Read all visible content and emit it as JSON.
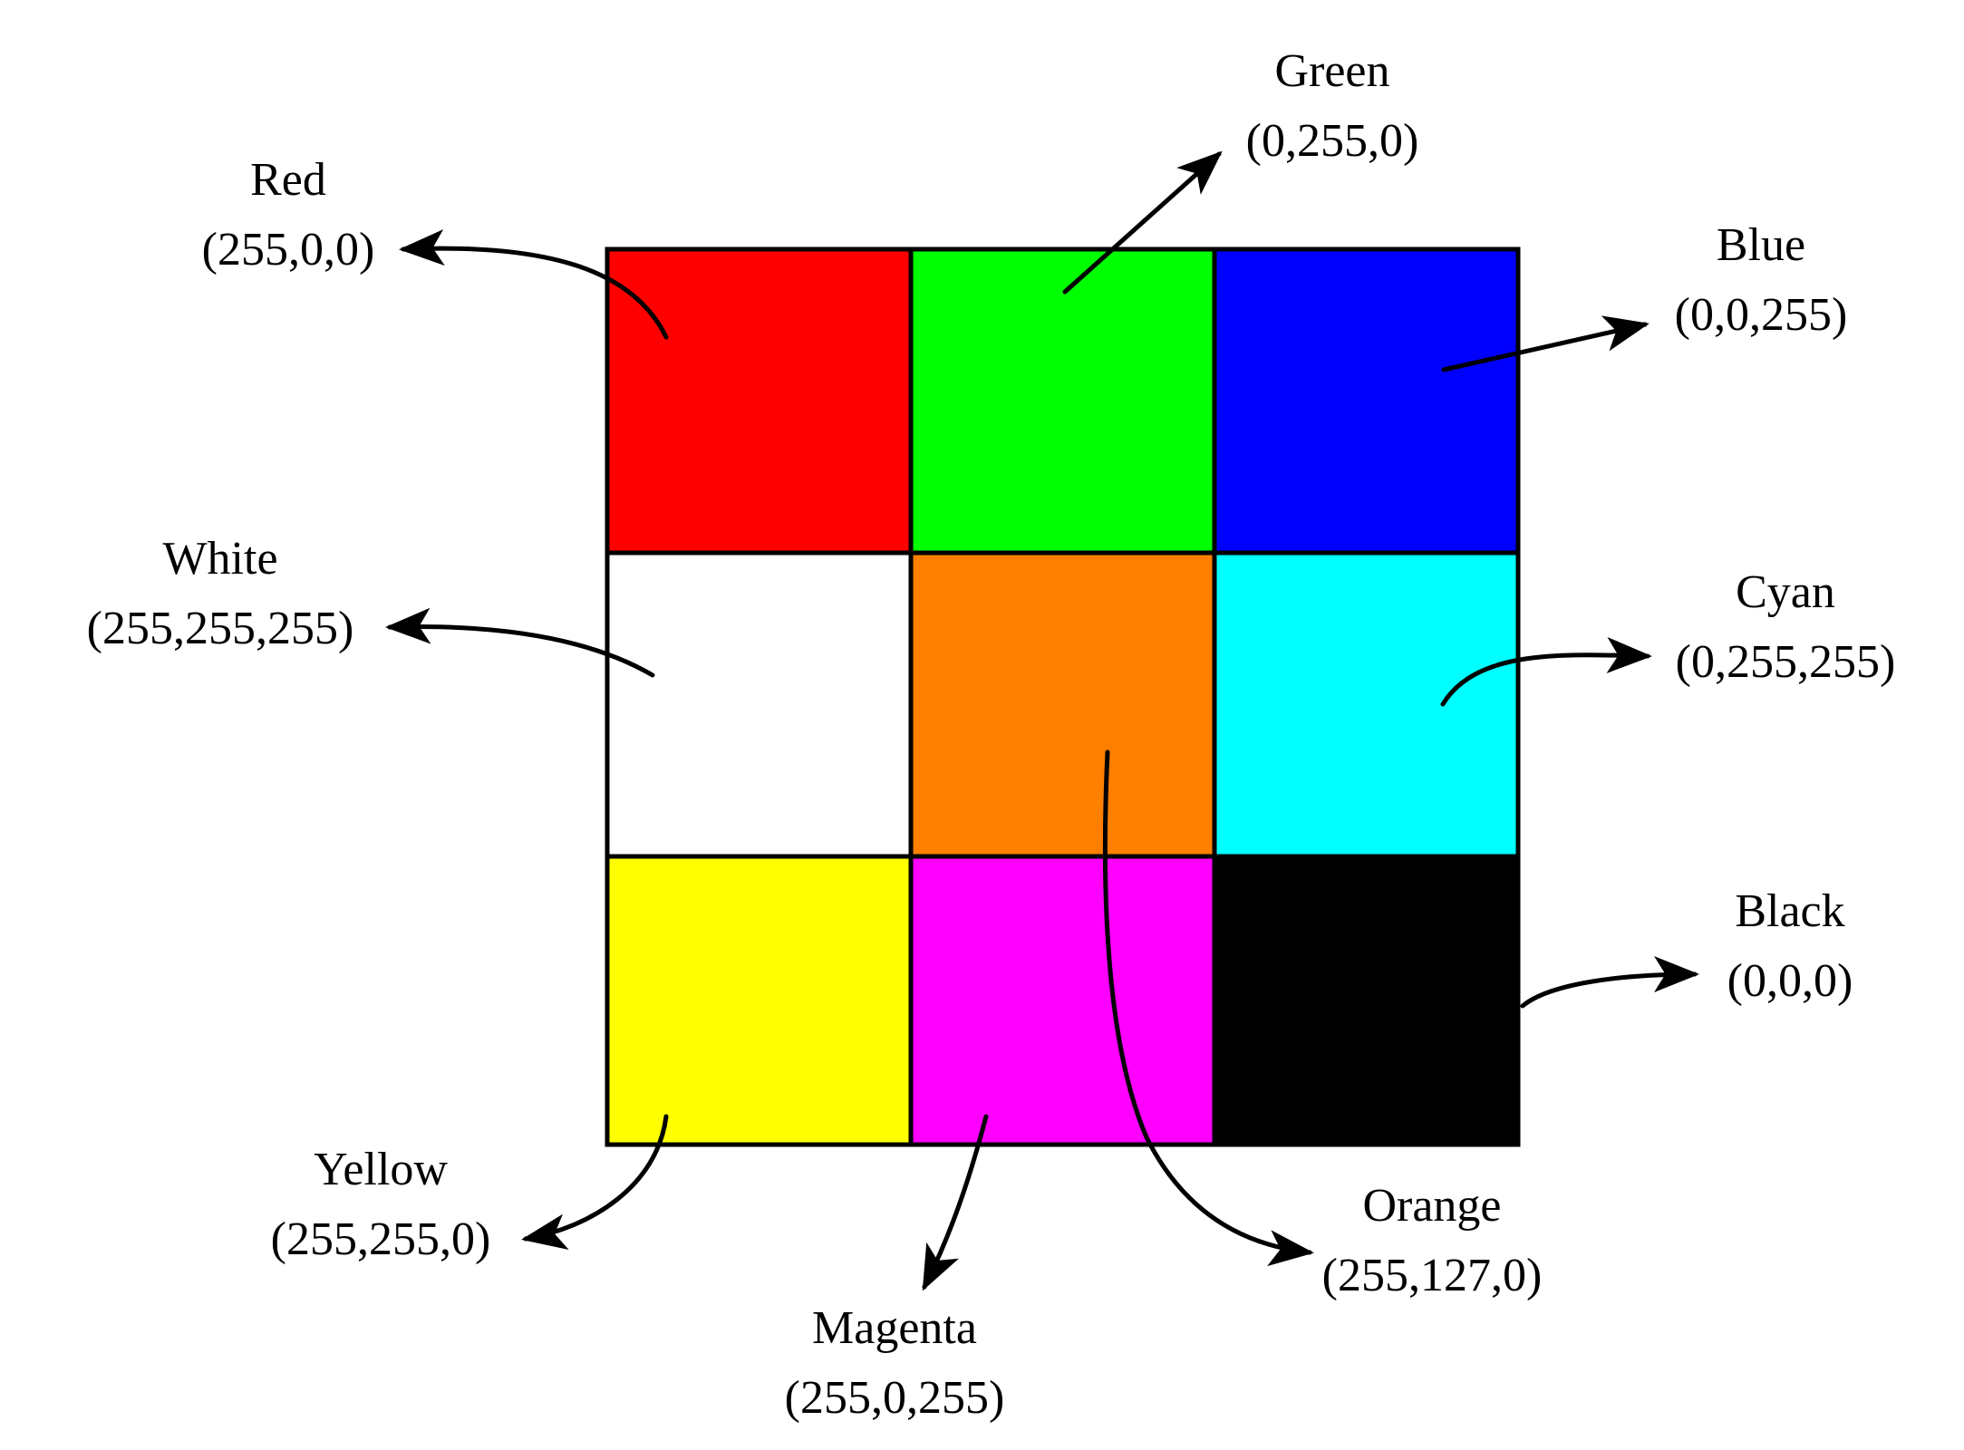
{
  "colors": [
    {
      "key": "red",
      "name": "Red",
      "rgb": "(255,0,0)",
      "hex": "#ff0000"
    },
    {
      "key": "green",
      "name": "Green",
      "rgb": "(0,255,0)",
      "hex": "#00ff00"
    },
    {
      "key": "blue",
      "name": "Blue",
      "rgb": "(0,0,255)",
      "hex": "#0000ff"
    },
    {
      "key": "white",
      "name": "White",
      "rgb": "(255,255,255)",
      "hex": "#ffffff"
    },
    {
      "key": "orange",
      "name": "Orange",
      "rgb": "(255,127,0)",
      "hex": "#ff7f00"
    },
    {
      "key": "cyan",
      "name": "Cyan",
      "rgb": "(0,255,255)",
      "hex": "#00ffff"
    },
    {
      "key": "yellow",
      "name": "Yellow",
      "rgb": "(255,255,0)",
      "hex": "#ffff00"
    },
    {
      "key": "magenta",
      "name": "Magenta",
      "rgb": "(255,0,255)",
      "hex": "#ff00ff"
    },
    {
      "key": "black",
      "name": "Black",
      "rgb": "(0,0,0)",
      "hex": "#000000"
    }
  ]
}
